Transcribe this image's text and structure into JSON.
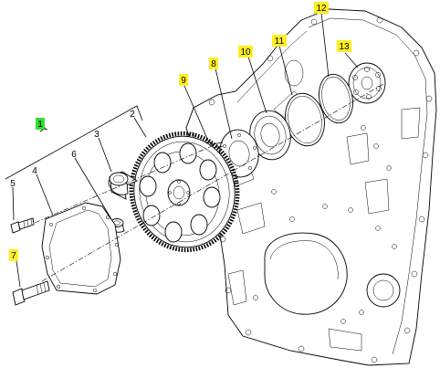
{
  "callouts": [
    {
      "id": "c1",
      "label": "1",
      "highlight": "#33dd33"
    },
    {
      "id": "c2",
      "label": "2",
      "highlight": ""
    },
    {
      "id": "c3",
      "label": "3",
      "highlight": ""
    },
    {
      "id": "c4",
      "label": "4",
      "highlight": ""
    },
    {
      "id": "c5",
      "label": "5",
      "highlight": ""
    },
    {
      "id": "c6",
      "label": "6",
      "highlight": ""
    },
    {
      "id": "c7",
      "label": "7",
      "highlight": "#ffee22"
    },
    {
      "id": "c8",
      "label": "8",
      "highlight": "#ffee22"
    },
    {
      "id": "c9",
      "label": "9",
      "highlight": "#ffee22"
    },
    {
      "id": "c10",
      "label": "10",
      "highlight": "#ffee22"
    },
    {
      "id": "c11",
      "label": "11",
      "highlight": "#ffee22"
    },
    {
      "id": "c12",
      "label": "12",
      "highlight": "#ffee22"
    },
    {
      "id": "c13",
      "label": "13",
      "highlight": "#ffee22"
    }
  ]
}
